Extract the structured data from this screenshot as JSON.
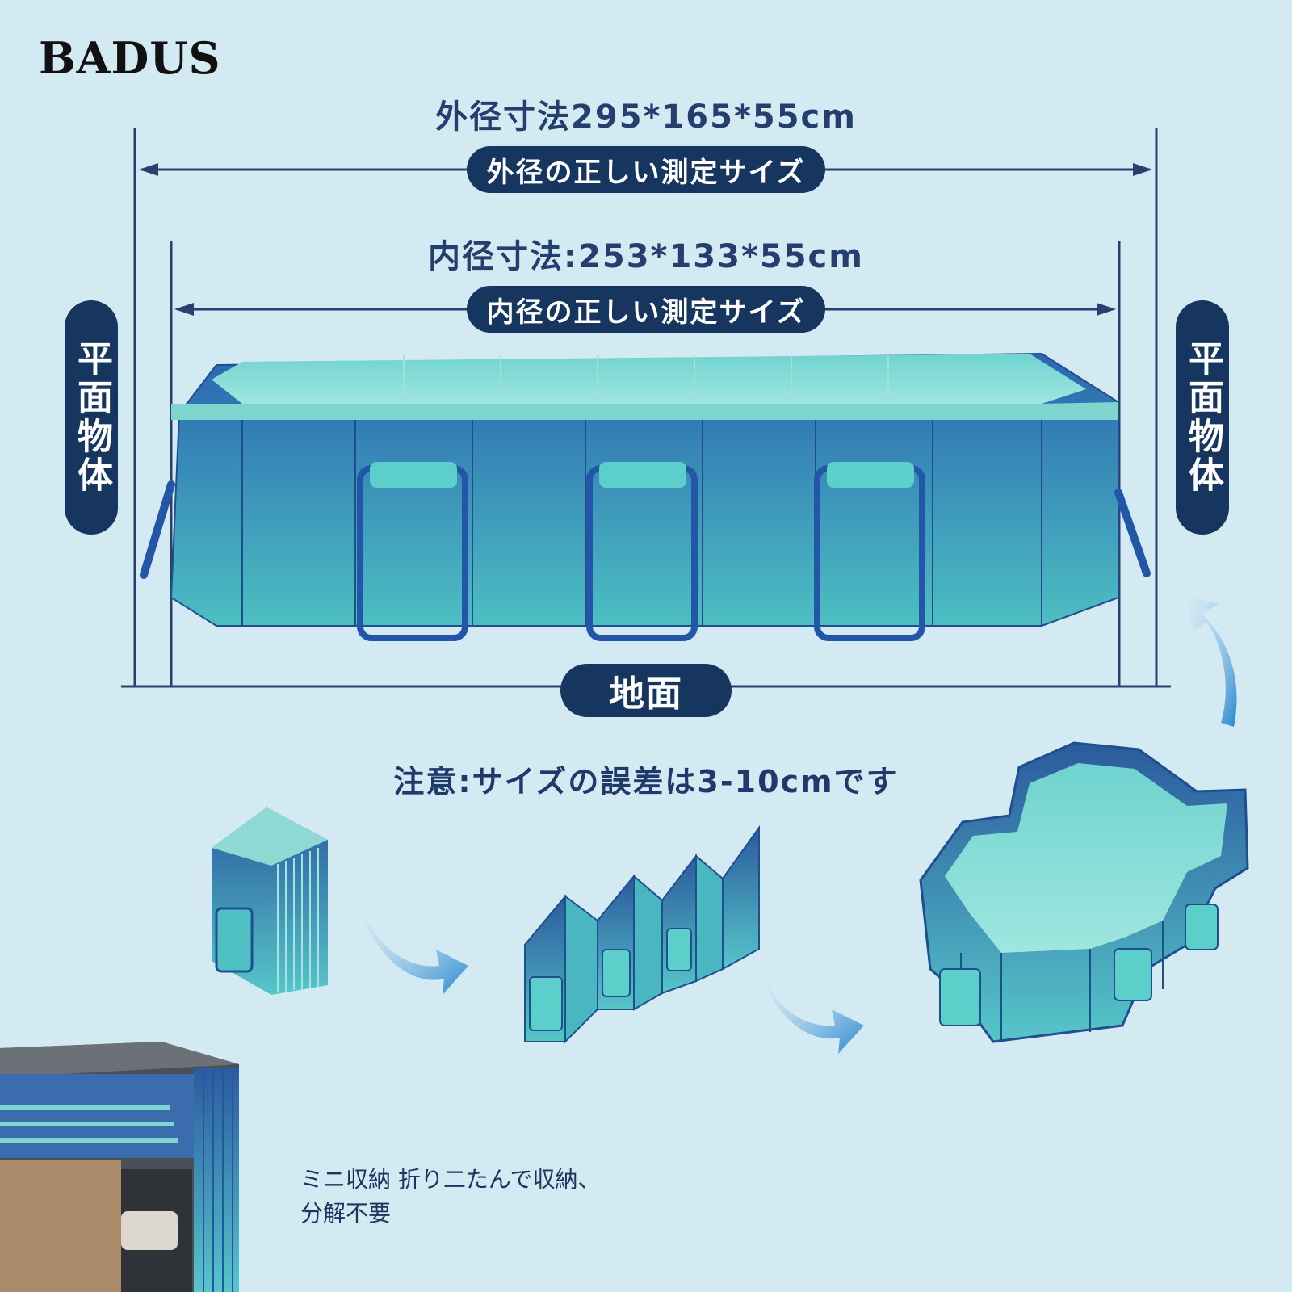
{
  "brand": "BADUS",
  "outer": {
    "dimensions": "外径寸法295*165*55cm",
    "label": "外径の正しい測定サイズ"
  },
  "inner": {
    "dimensions": "内径寸法:253*133*55cm",
    "label": "内径の正しい測定サイズ"
  },
  "side_label": "平面物体",
  "ground_label": "地面",
  "note": "注意:サイズの誤差は3-10cmです",
  "storage_caption": {
    "line1": "ミニ収納 折り二たんで収納、",
    "line2": "分解不要"
  },
  "icons": [
    "arrow-right-curved-icon",
    "arrow-up-curved-icon"
  ],
  "colors": {
    "background": "#d3eaf2",
    "pill": "#17365f",
    "text": "#243f6e",
    "pool_blue": "#2a6fb0",
    "pool_teal": "#4fc0c4"
  }
}
